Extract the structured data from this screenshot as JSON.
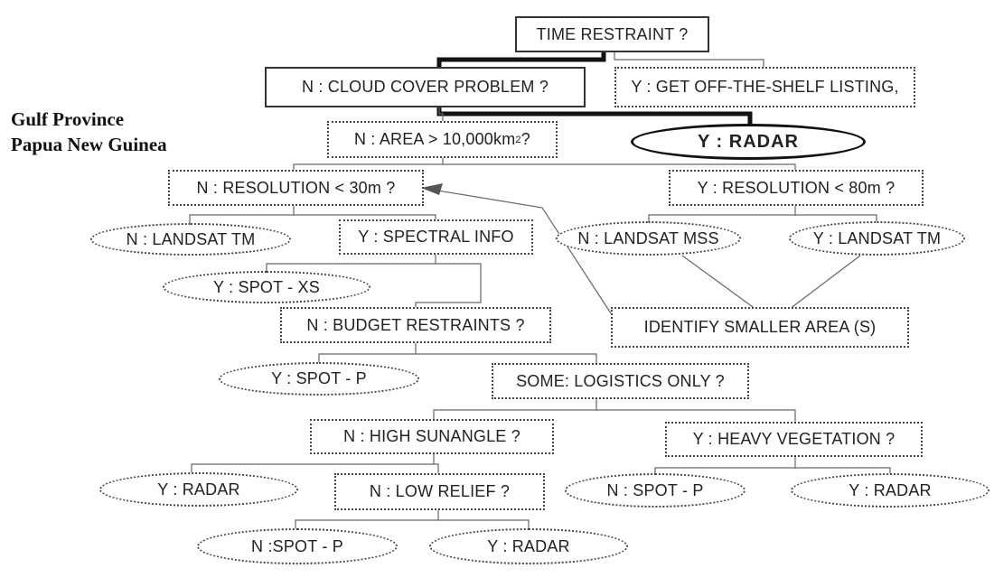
{
  "title": {
    "line1": "Gulf Province",
    "line2": "Papua New Guinea"
  },
  "nodes": {
    "time_restraint": "TIME RESTRAINT ?",
    "cloud_cover": "N : CLOUD COVER PROBLEM ?",
    "off_shelf": "Y : GET OFF-THE-SHELF LISTING,",
    "area_prefix": "N : AREA > 10,000km",
    "area_sup": "2",
    "area_suffix": " ?",
    "radar_main": "Y : RADAR",
    "res30": "N : RESOLUTION < 30m ?",
    "res80": "Y : RESOLUTION < 80m ?",
    "landsat_tm_n": "N : LANDSAT TM",
    "spectral": "Y : SPECTRAL INFO",
    "landsat_mss": "N : LANDSAT MSS",
    "landsat_tm_y": "Y : LANDSAT TM",
    "spot_xs": "Y : SPOT - XS",
    "budget": "N : BUDGET RESTRAINTS ?",
    "identify": "IDENTIFY SMALLER AREA (S)",
    "spot_p_y": "Y : SPOT - P",
    "logistics": "SOME: LOGISTICS ONLY ?",
    "sunangle": "N : HIGH SUNANGLE ?",
    "vegetation": "Y : HEAVY VEGETATION ?",
    "radar_y1": "Y : RADAR",
    "low_relief": "N : LOW RELIEF ?",
    "spot_p_n1": "N : SPOT - P",
    "radar_y2": "Y : RADAR",
    "spot_p_n2": "N :SPOT - P",
    "radar_y3": "Y : RADAR"
  }
}
